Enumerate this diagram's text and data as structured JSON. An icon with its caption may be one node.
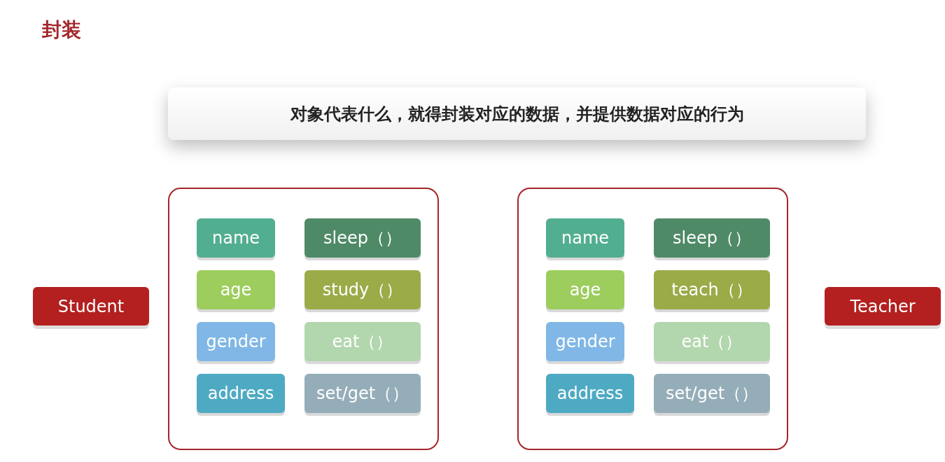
{
  "diagram": {
    "title": "封装",
    "nodes": [
      {
        "text": [
          "对象代表什么，就得封装对应的数据，并提供数据对应的行为"
        ]
      },
      {
        "text": [
          "Student"
        ]
      },
      {
        "text": [],
        "shape": "box"
      },
      {
        "text": [
          "name"
        ],
        "in": 2
      },
      {
        "text": [
          "sleep（）"
        ],
        "in": 2
      },
      {
        "text": [
          "age"
        ],
        "in": 2
      },
      {
        "text": [
          "study（）"
        ],
        "in": 2
      },
      {
        "text": [
          "gender"
        ],
        "in": 2
      },
      {
        "text": [
          "eat（）"
        ],
        "in": 2
      },
      {
        "text": [
          "address"
        ],
        "in": 2
      },
      {
        "text": [
          "set/get（）"
        ],
        "in": 2
      },
      {
        "text": [],
        "shape": "box"
      },
      {
        "text": [
          "name"
        ],
        "in": 11
      },
      {
        "text": [
          "sleep（）"
        ],
        "in": 11
      },
      {
        "text": [
          "age"
        ],
        "in": 11
      },
      {
        "text": [
          "teach（）"
        ],
        "in": 11
      },
      {
        "text": [
          "gender"
        ],
        "in": 11
      },
      {
        "text": [
          "eat（）"
        ],
        "in": 11
      },
      {
        "text": [
          "address"
        ],
        "in": 11
      },
      {
        "text": [
          "set/get（）"
        ],
        "in": 11
      },
      {
        "text": [
          "Teacher"
        ]
      }
    ]
  }
}
